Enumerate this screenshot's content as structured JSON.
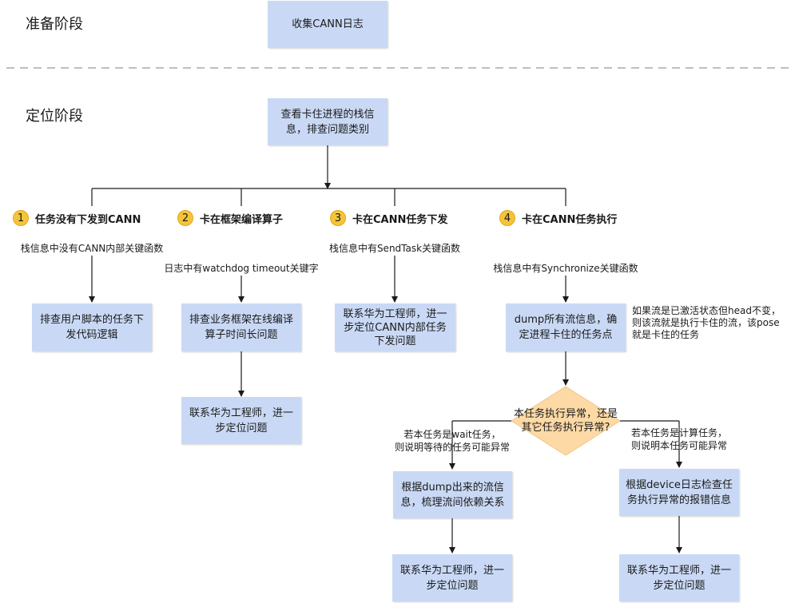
{
  "stages": {
    "prep": "准备阶段",
    "locate": "定位阶段"
  },
  "nodes": {
    "collect_logs": "收集CANN日志",
    "check_stack": [
      "查看卡住进程的栈信",
      "息，排查问题类别"
    ],
    "check_user_script": [
      "排查用户脚本的任务下",
      "发代码逻辑"
    ],
    "check_compile": [
      "排查业务框架在线编译",
      "算子时间长问题"
    ],
    "contact_2": [
      "联系华为工程师，进一",
      "步定位问题"
    ],
    "contact_3": [
      "联系华为工程师，进一",
      "步定位CANN内部任务",
      "下发问题"
    ],
    "dump_streams": [
      "dump所有流信息，确",
      "定进程卡住的任务点"
    ],
    "decision": [
      "本任务执行异常，还是",
      "其它任务执行异常?"
    ],
    "analyze_dump": [
      "根据dump出来的流信",
      "息，梳理流间依赖关系"
    ],
    "check_device_log": [
      "根据device日志检查任",
      "务执行异常的报错信息"
    ],
    "contact_left": [
      "联系华为工程师，进一",
      "步定位问题"
    ],
    "contact_right": [
      "联系华为工程师，进一",
      "步定位问题"
    ]
  },
  "branches": [
    {
      "num": "1",
      "label": "任务没有下发到CANN",
      "condition": "栈信息中没有CANN内部关键函数"
    },
    {
      "num": "2",
      "label": "卡在框架编译算子",
      "condition": "日志中有watchdog timeout关键字"
    },
    {
      "num": "3",
      "label": "卡在CANN任务下发",
      "condition": "栈信息中有SendTask关键函数"
    },
    {
      "num": "4",
      "label": "卡在CANN任务执行",
      "condition": "栈信息中有Synchronize关键函数"
    }
  ],
  "notes": {
    "stream_note": [
      "如果流是已激活状态但head不变，",
      "则该流就是执行卡住的流，该pose",
      "就是卡住的任务"
    ],
    "wait_task": [
      "若本任务是wait任务，",
      "则说明等待的任务可能异常"
    ],
    "compute_task": [
      "若本任务是计算任务，",
      "则说明本任务可能异常"
    ]
  },
  "colors": {
    "box_fill": "#c9d9f5",
    "diamond_fill": "#fcd9a5",
    "badge_fill": "#f5c43a",
    "line": "#1a1a1a",
    "divider": "#999999"
  }
}
